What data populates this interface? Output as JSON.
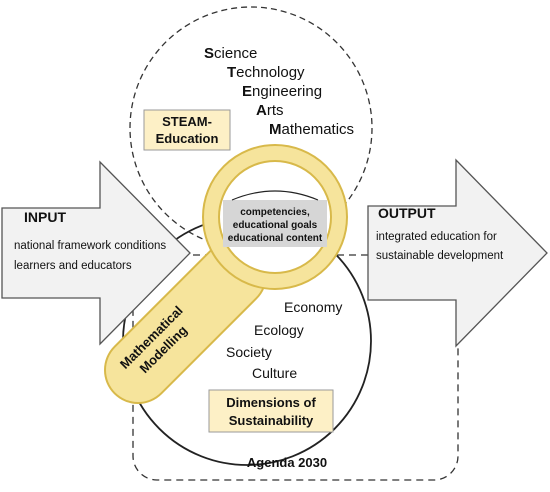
{
  "steam_letters": [
    {
      "initial": "S",
      "rest": "cience"
    },
    {
      "initial": "T",
      "rest": "echnology"
    },
    {
      "initial": "E",
      "rest": "ngineering"
    },
    {
      "initial": "A",
      "rest": "rts"
    },
    {
      "initial": "M",
      "rest": "athematics"
    }
  ],
  "steam_box": {
    "line1": "STEAM-",
    "line2": "Education"
  },
  "input": {
    "title": "INPUT",
    "line1": "national framework conditions",
    "line2": "learners and educators"
  },
  "output": {
    "title": "OUTPUT",
    "line1": "integrated education for",
    "line2": "sustainable development"
  },
  "lens": {
    "line1": "competencies,",
    "line2": "educational goals",
    "line3": "educational content"
  },
  "handle": {
    "line1": "Mathematical",
    "line2": "Modelling"
  },
  "sustainability_items": [
    "Economy",
    "Ecology",
    "Society",
    "Culture"
  ],
  "sustainability_box": {
    "line1": "Dimensions of",
    "line2": "Sustainability"
  },
  "agenda_label": "Agenda 2030",
  "colors": {
    "box_fill": "#fdf0c6",
    "box_border": "#9a9a9a",
    "arrow_fill": "#f2f2f2",
    "arrow_stroke": "#555555",
    "lens_ring": "#f3df87",
    "lens_ring_edge": "#d8b94a",
    "lens_band": "#d6d6d6"
  }
}
